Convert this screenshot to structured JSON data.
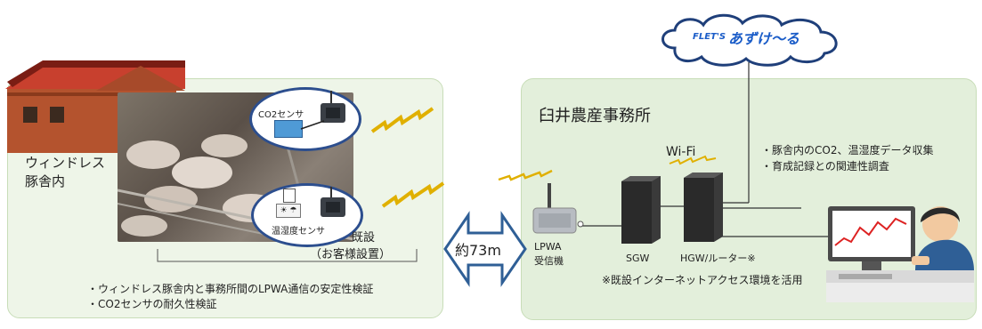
{
  "cloud": {
    "brand": "FLET'S",
    "name": "あずけ〜る"
  },
  "left": {
    "barn_label": "ウィンドレス\n豚舎内",
    "co2_sensor_label": "CO2センサ",
    "temp_sensor_label": "温湿度センサ",
    "existing_label": "既設",
    "existing_sub_label": "（お客様設置）",
    "notes": [
      "・ウィンドレス豚舎内と事務所間のLPWA通信の安定性検証",
      "・CO2センサの耐久性検証"
    ]
  },
  "distance_label": "約73m",
  "right": {
    "office_title": "臼井農産事務所",
    "wifi_label": "Wi-Fi",
    "lpwa_label": "LPWA\n受信機",
    "sgw_label": "SGW",
    "hgw_label": "HGW/ルーター※",
    "footnote": "※既設インターネットアクセス環境を活用",
    "purposes": [
      "・豚舎内のCO2、温湿度データ収集",
      "・育成記録との関連性調査"
    ]
  },
  "colors": {
    "panel_left": "#eef5e8",
    "panel_right": "#e3efdb",
    "arrow_fill": "#ffffff",
    "arrow_stroke": "#2f5f96",
    "lightning": "#e0b000",
    "cloud_text": "#1a5cc8",
    "sensor_ring": "#2c4e8e"
  },
  "icons": [
    "cloud-icon",
    "barn-icon",
    "pig-photo",
    "sensor-device-icon",
    "lightning-icon",
    "double-arrow-icon",
    "lpwa-receiver-icon",
    "server-icon",
    "person-at-computer-icon"
  ]
}
